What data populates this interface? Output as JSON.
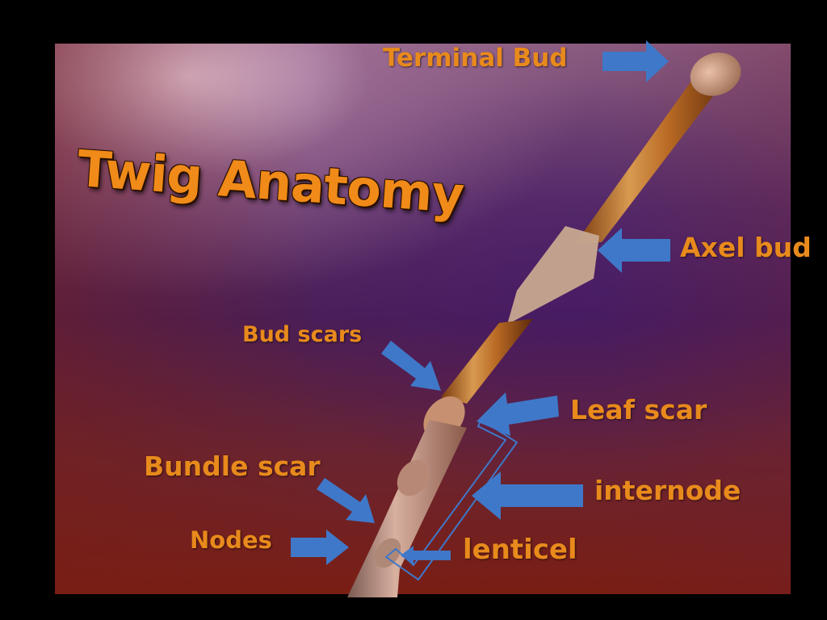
{
  "slide": {
    "title": "Twig Anatomy",
    "labels": {
      "terminal_bud": "Terminal Bud",
      "axel_bud": "Axel bud",
      "bud_scars": "Bud scars",
      "leaf_scar": "Leaf scar",
      "bundle_scar": "Bundle scar",
      "internode": "internode",
      "nodes": "Nodes",
      "lenticel": "lenticel"
    }
  },
  "colors": {
    "label_text": "#e88a1c",
    "arrow_fill": "#3f78c8",
    "background": "#000000"
  }
}
